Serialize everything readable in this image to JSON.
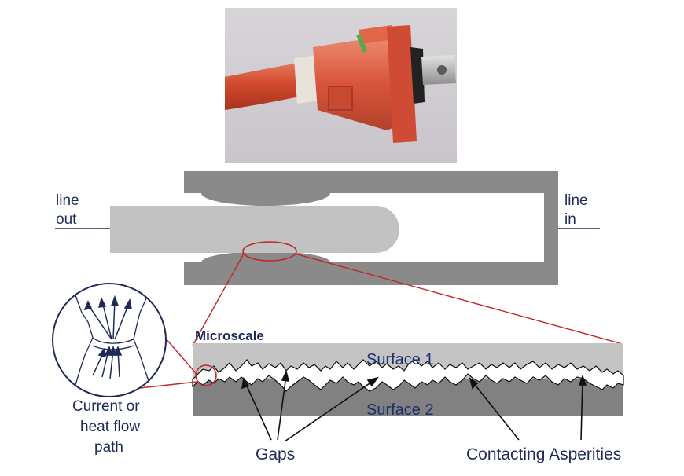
{
  "labels": {
    "line_out_1": "line",
    "line_out_2": "out",
    "line_in_1": "line",
    "line_in_2": "in",
    "microscale": "Microscale",
    "surface_1": "Surface 1",
    "surface_2": "Surface 2",
    "flow_1": "Current or",
    "flow_2": "heat flow",
    "flow_3": "path",
    "gaps": "Gaps",
    "asperities": "Contacting Asperities"
  },
  "colors": {
    "text": "#1e2a55",
    "housing_dark": "#8a8a8a",
    "pin_light": "#c2c2c2",
    "surface_1": "#c4c4c4",
    "surface_2": "#818181",
    "zoom_line": "#c0262a",
    "connector": "#d9543d",
    "photo_bg": "#cfcbd0"
  }
}
